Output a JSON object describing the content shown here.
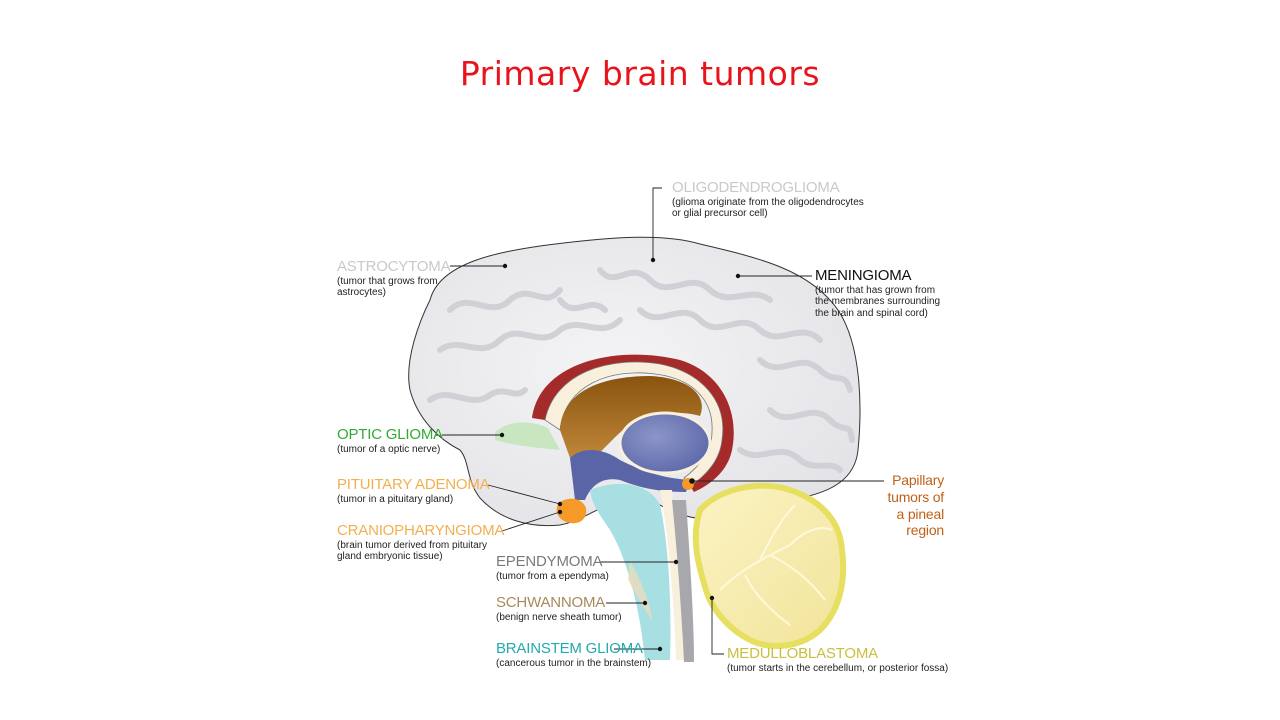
{
  "title": "Primary brain tumors",
  "colors": {
    "title": "#e8141b",
    "astrocytoma": "#c9c9c9",
    "oligodendroglioma": "#c9c9c9",
    "meningioma": "#111111",
    "optic_glioma": "#33aa33",
    "pituitary_adenoma": "#f0b050",
    "craniopharyngioma": "#f0b050",
    "ependymoma": "#7a7a7a",
    "schwannoma": "#a88a5a",
    "brainstem_glioma": "#22aab0",
    "medulloblastoma": "#c8c040",
    "papillary": "#c06018"
  },
  "labels": {
    "oligodendroglioma": {
      "name": "OLIGODENDROGLIOMA",
      "desc1": "(glioma originate from the oligodendrocytes",
      "desc2": "or glial precursor cell)"
    },
    "astrocytoma": {
      "name": "ASTROCYTOMA",
      "desc1": "(tumor that grows from",
      "desc2": "astrocytes)"
    },
    "meningioma": {
      "name": "MENINGIOMA",
      "desc1": "(tumor that has grown from",
      "desc2": "the membranes surrounding",
      "desc3": "the brain and spinal cord)"
    },
    "optic_glioma": {
      "name": "OPTIC GLIOMA",
      "desc1": "(tumor of a optic nerve)"
    },
    "pituitary_adenoma": {
      "name": "PITUITARY ADENOMA",
      "desc1": "(tumor in a pituitary gland)"
    },
    "craniopharyngioma": {
      "name": "CRANIOPHARYNGIOMA",
      "desc1": "(brain tumor derived from pituitary",
      "desc2": "gland embryonic tissue)"
    },
    "ependymoma": {
      "name": "EPENDYMOMA",
      "desc1": "(tumor from a ependyma)"
    },
    "schwannoma": {
      "name": "SCHWANNOMA",
      "desc1": "(benign nerve sheath tumor)"
    },
    "brainstem_glioma": {
      "name": "BRAINSTEM GLIOMA",
      "desc1": "(cancerous tumor in the brainstem)"
    },
    "medulloblastoma": {
      "name": "MEDULLOBLASTOMA",
      "desc1": "(tumor starts in the cerebellum, or posterior fossa)"
    },
    "papillary": {
      "line1": "Papillary",
      "line2": "tumors of",
      "line3": "a pineal",
      "line4": "region"
    }
  }
}
